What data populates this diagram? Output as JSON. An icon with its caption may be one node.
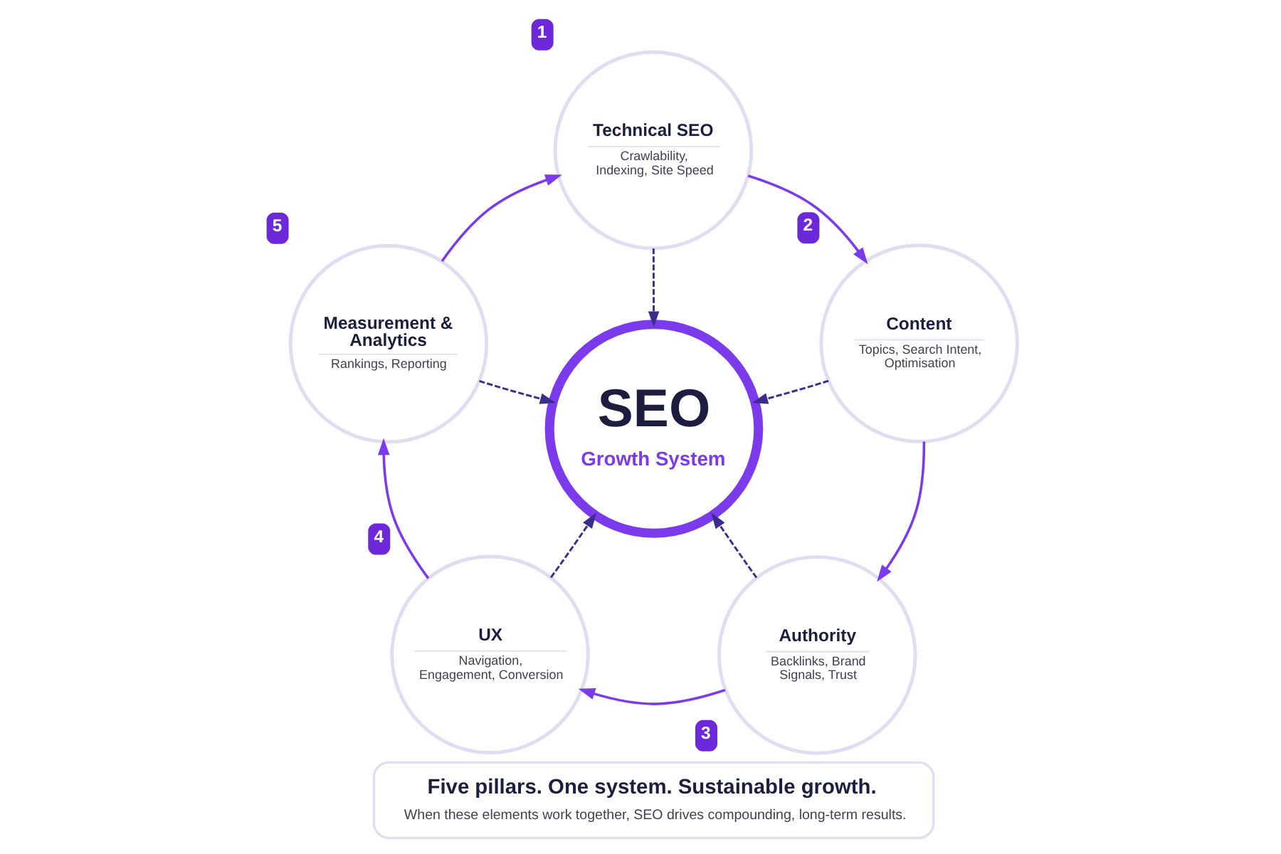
{
  "diagram": {
    "nodes": [
      {
        "text": [
          "Technical SEO",
          "Crawlability, Indexing, Site Speed"
        ],
        "beside": [
          "1"
        ]
      },
      {
        "text": [
          "Content",
          "Topics, Search Intent, Optimisation"
        ],
        "beside": [
          "2"
        ]
      },
      {
        "text": [
          "Authority",
          "Backlinks, Brand Signals, Trust"
        ],
        "beside": [
          "3"
        ]
      },
      {
        "text": [
          "UX",
          "Navigation, Engagement, Conversion"
        ],
        "beside": [
          "4"
        ]
      },
      {
        "text": [
          "Measurement & Analytics",
          "Rankings, Reporting"
        ],
        "beside": [
          "5"
        ]
      },
      {
        "text": [
          "SEO",
          "Growth System"
        ]
      },
      {
        "text": [
          "Five pillars. One system. Sustainable growth.",
          "When these elements work together, SEO drives compounding, long-term results."
        ]
      }
    ],
    "edges": [
      {
        "from": 0,
        "to": 1,
        "arrow": "to"
      },
      {
        "from": 1,
        "to": 2,
        "arrow": "to"
      },
      {
        "from": 2,
        "to": 3,
        "arrow": "to"
      },
      {
        "from": 3,
        "to": 4,
        "arrow": "to"
      },
      {
        "from": 4,
        "to": 0,
        "arrow": "to"
      },
      {
        "from": 0,
        "to": 5,
        "arrow": "to",
        "style": "dashed",
        "color": "#3b2d8f"
      },
      {
        "from": 1,
        "to": 5,
        "arrow": "to",
        "style": "dashed",
        "color": "#3b2d8f"
      },
      {
        "from": 2,
        "to": 5,
        "arrow": "to",
        "style": "dashed",
        "color": "#3b2d8f"
      },
      {
        "from": 3,
        "to": 5,
        "arrow": "to",
        "style": "dashed",
        "color": "#3b2d8f"
      },
      {
        "from": 4,
        "to": 5,
        "arrow": "to",
        "style": "dashed",
        "color": "#3b2d8f"
      }
    ]
  }
}
